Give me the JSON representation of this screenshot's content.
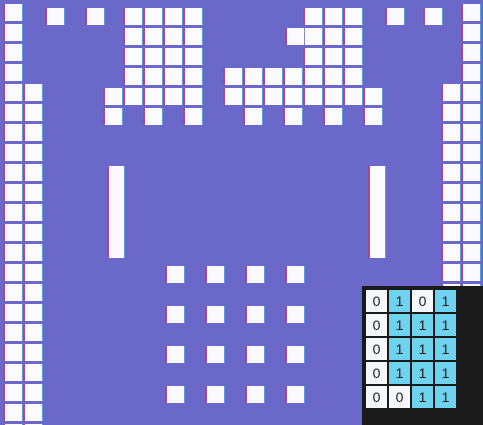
{
  "title": "",
  "colors": {
    "background": "#6a68c8",
    "block": "#fbfbff",
    "cell_zero": "#f4f8fb",
    "cell_one": "#6fd3ef"
  },
  "binary_grid": {
    "rows": [
      [
        "0",
        "1",
        "0",
        "1"
      ],
      [
        "0",
        "1",
        "1",
        "1"
      ],
      [
        "0",
        "1",
        "1",
        "1"
      ],
      [
        "0",
        "1",
        "1",
        "1"
      ],
      [
        "0",
        "0",
        "1",
        "1"
      ]
    ]
  }
}
